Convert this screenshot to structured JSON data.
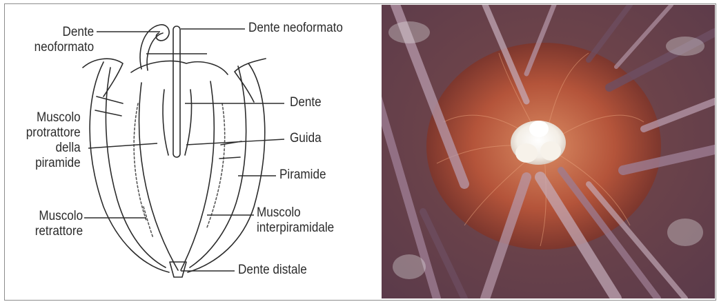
{
  "figure": {
    "left_panel": {
      "labels": {
        "dente_neoformato_left": "Dente\nneoformato",
        "dente_neoformato_right": "Dente neoformato",
        "dente": "Dente",
        "muscolo_protrattore": "Muscolo\nprotrattore\ndella\npiramide",
        "guida": "Guida",
        "piramide": "Piramide",
        "muscolo_retrattore": "Muscolo\nretrattore",
        "muscolo_interpiramidale": "Muscolo\ninterpiramidale",
        "dente_distale": "Dente distale"
      },
      "colors": {
        "ink": "#2b2b2b",
        "muscle": "#555555"
      }
    },
    "right_panel": {
      "colors": {
        "background": "#5a3a4a",
        "flesh": "#b4543a",
        "flesh_light": "#d98a62",
        "tooth_tip": "#f3eee6",
        "spine": "#b79aac",
        "spine_dark": "#6e4f63"
      }
    },
    "frame_color": "#8c8c8c"
  }
}
